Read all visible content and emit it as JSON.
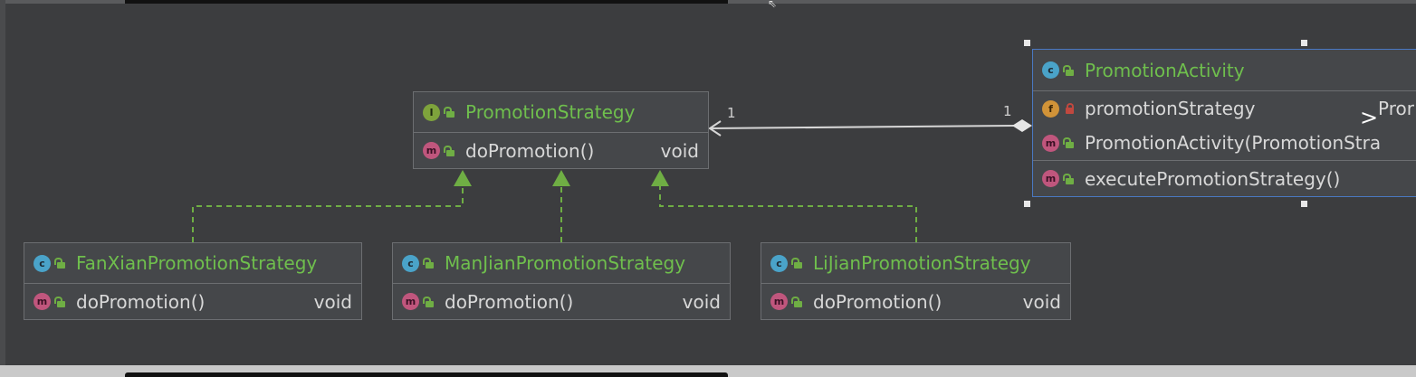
{
  "diagram": {
    "interface": {
      "name": "PromotionStrategy",
      "badge": "I",
      "method": {
        "name": "doPromotion()",
        "type": "void",
        "badge": "m"
      }
    },
    "context": {
      "name": "PromotionActivity",
      "badge": "c",
      "members": [
        {
          "badge": "f",
          "name": "promotionStrategy",
          "type": "Pror",
          "visibility": "private"
        },
        {
          "badge": "m",
          "name": "PromotionActivity(PromotionStra",
          "visibility": "public"
        },
        {
          "badge": "m",
          "name": "executePromotionStrategy()",
          "visibility": "public"
        }
      ]
    },
    "implementations": [
      {
        "name": "FanXianPromotionStrategy",
        "badge": "c",
        "method": "doPromotion()",
        "type": "void"
      },
      {
        "name": "ManJianPromotionStrategy",
        "badge": "c",
        "method": "doPromotion()",
        "type": "void"
      },
      {
        "name": "LiJianPromotionStrategy",
        "badge": "c",
        "method": "doPromotion()",
        "type": "void"
      }
    ],
    "association": {
      "target_multiplicity": "1",
      "source_multiplicity": "1"
    }
  },
  "colors": {
    "background": "#3c3d3f",
    "node_fill": "#45474a",
    "class_title": "#6fbf4d",
    "realization_line": "#6fae44",
    "selection_border": "#4a78c2"
  },
  "icons": [
    "class-badge-icon",
    "interface-badge-icon",
    "method-badge-icon",
    "field-badge-icon",
    "public-lock-icon",
    "private-lock-icon",
    "chevron-right-icon"
  ]
}
